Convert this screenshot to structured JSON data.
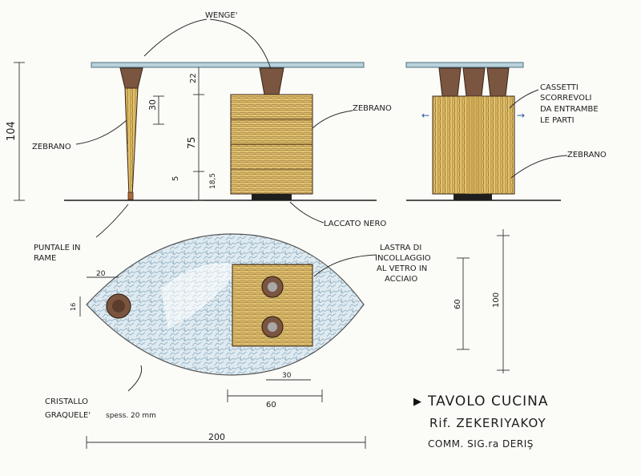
{
  "labels": {
    "wenge": "WENGE'",
    "zebrano_left": "ZEBRANO",
    "zebrano_cab": "ZEBRANO",
    "zebrano_side": "ZEBRANO",
    "cassetti_1": "CASSETTI",
    "cassetti_2": "SCORREVOLI",
    "cassetti_3": "DA ENTRAMBE",
    "cassetti_4": "LE PARTI",
    "laccato": "LACCATO NERO",
    "puntale_1": "PUNTALE IN",
    "puntale_2": "RAME",
    "lastra_1": "LASTRA DI",
    "lastra_2": "INCOLLAGGIO",
    "lastra_3": "AL VETRO IN",
    "lastra_4": "ACCIAIO",
    "cristallo_1": "CRISTALLO",
    "cristallo_2": "GRAQUELE'",
    "spess": "spess. 20 mm"
  },
  "dimensions": {
    "d104": "104",
    "d22": "22",
    "d30": "30",
    "d75": "75",
    "d5": "5",
    "d185": "18,5",
    "d20": "20",
    "d16": "16",
    "d30b": "30",
    "d60": "60",
    "d60v": "60",
    "d100": "100",
    "d200": "200"
  },
  "title_block": {
    "line1": "TAVOLO CUCINA",
    "line2": "Rif. ZEKERIYAKOY",
    "line3": "COMM. SIG.ra DERIŞ"
  },
  "colors": {
    "glass": "#a9c7d3",
    "wenge": "#7a5540",
    "zebrano": "#d9b860",
    "black": "#1e1e1e"
  }
}
